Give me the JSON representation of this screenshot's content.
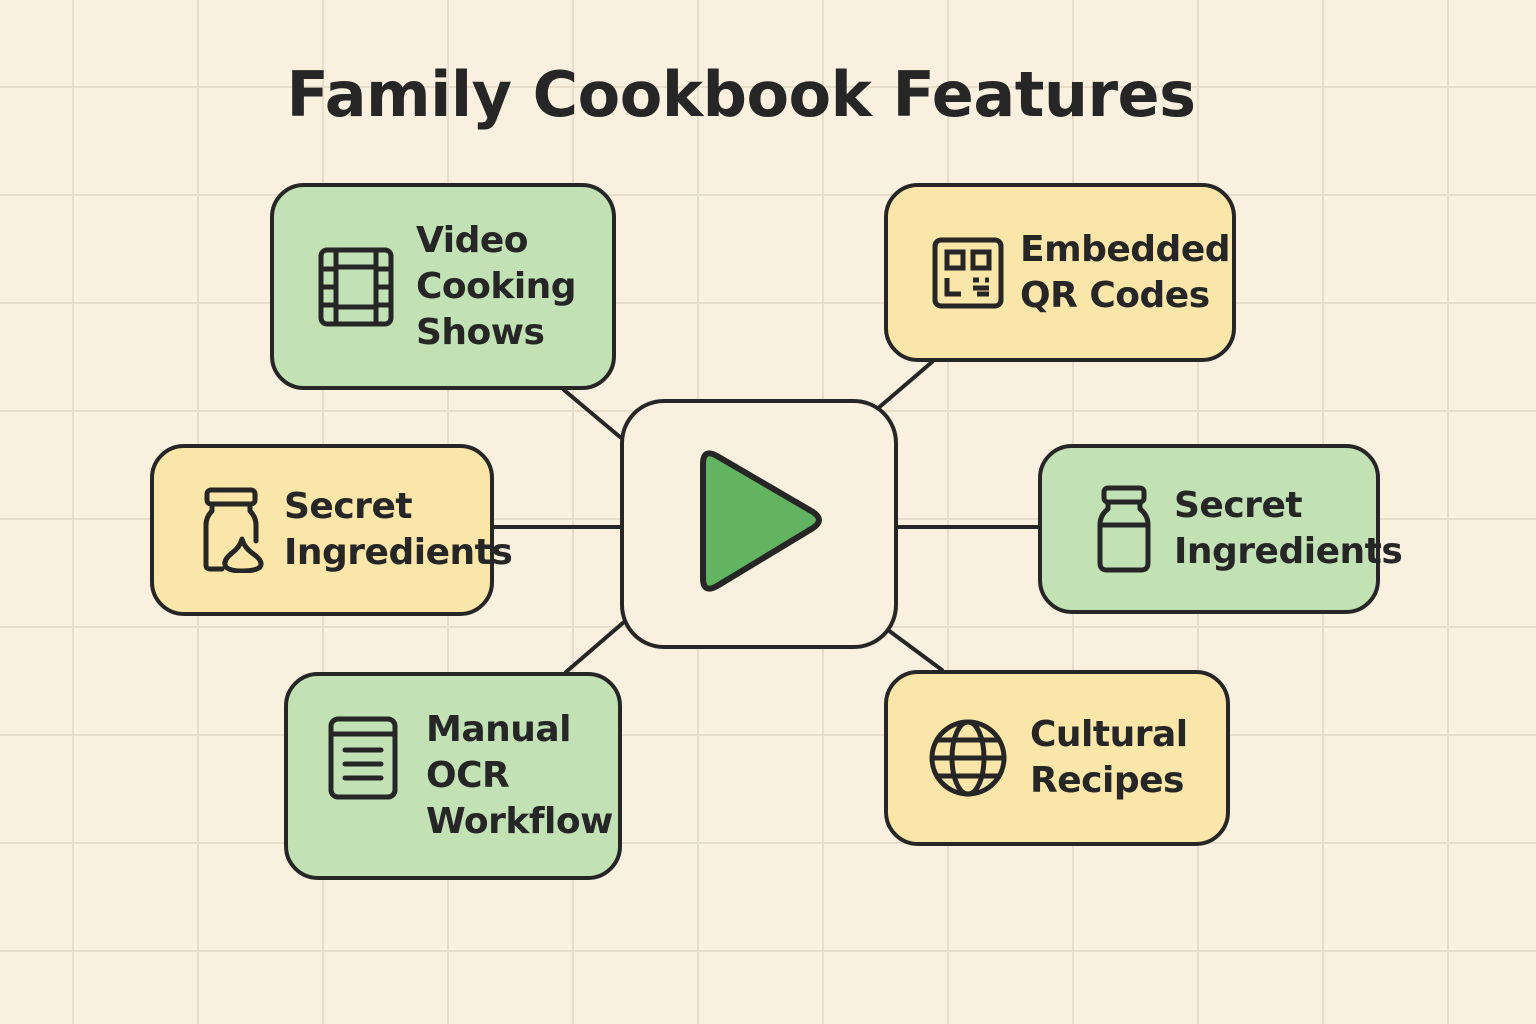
{
  "title": "Family Cookbook Features",
  "colors": {
    "background": "#faf0df",
    "grid": "#e8dccb",
    "green_node": "#c2e2b5",
    "yellow_node": "#fae6a8",
    "stroke": "#262626",
    "play_fill": "#62b460"
  },
  "center": {
    "icon": "play-icon"
  },
  "nodes": [
    {
      "id": "video",
      "icon": "film-strip-icon",
      "color": "green",
      "lines": [
        "Video",
        "Cooking",
        "Shows"
      ]
    },
    {
      "id": "qr",
      "icon": "qr-code-icon",
      "color": "yellow",
      "lines": [
        "Embedded",
        "QR Codes"
      ]
    },
    {
      "id": "secret-left",
      "icon": "jar-with-garlic-icon",
      "color": "yellow",
      "lines": [
        "Secret",
        "Ingredients"
      ]
    },
    {
      "id": "secret-right",
      "icon": "jar-icon",
      "color": "green",
      "lines": [
        "Secret",
        "Ingredients"
      ]
    },
    {
      "id": "ocr",
      "icon": "document-icon",
      "color": "green",
      "lines": [
        "Manual",
        "OCR",
        "Workflow"
      ]
    },
    {
      "id": "cultural",
      "icon": "globe-icon",
      "color": "yellow",
      "lines": [
        "Cultural",
        "Recipes"
      ]
    }
  ]
}
